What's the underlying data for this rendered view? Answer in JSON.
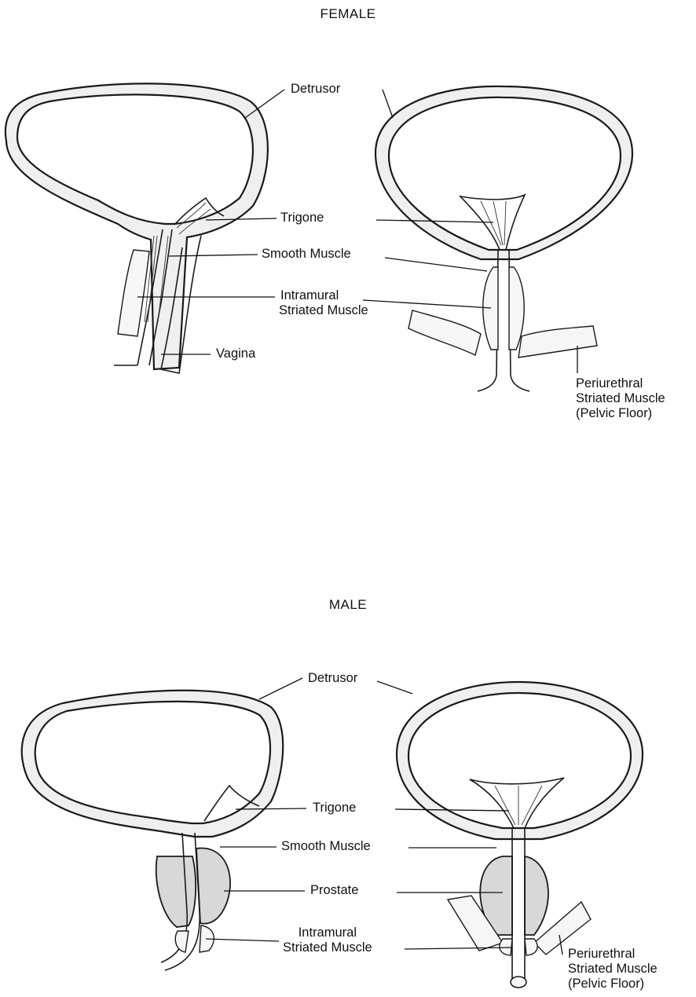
{
  "female": {
    "title": "FEMALE",
    "labels": {
      "detrusor": "Detrusor",
      "trigone": "Trigone",
      "smooth_muscle": "Smooth Muscle",
      "intramural_1": "Intramural",
      "intramural_2": "Striated Muscle",
      "vagina": "Vagina",
      "periurethral_1": "Periurethral",
      "periurethral_2": "Striated Muscle",
      "periurethral_3": "(Pelvic Floor)"
    }
  },
  "male": {
    "title": "MALE",
    "labels": {
      "detrusor": "Detrusor",
      "trigone": "Trigone",
      "smooth_muscle": "Smooth Muscle",
      "prostate": "Prostate",
      "intramural_1": "Intramural",
      "intramural_2": "Striated Muscle",
      "periurethral_1": "Periurethral",
      "periurethral_2": "Striated Muscle",
      "periurethral_3": "(Pelvic Floor)"
    }
  }
}
